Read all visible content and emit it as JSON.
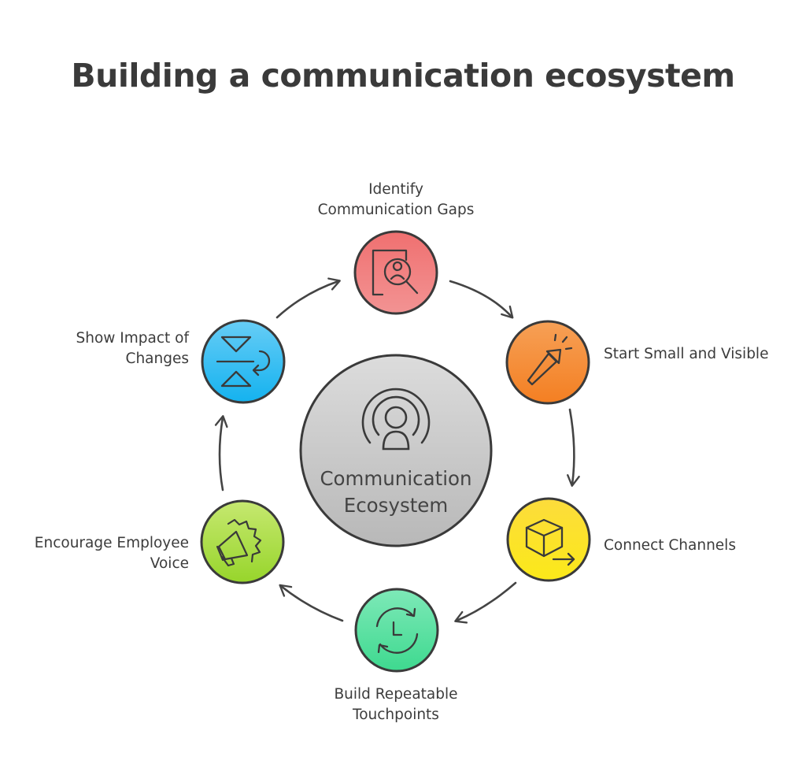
{
  "title": "Building a communication ecosystem",
  "center": {
    "label_lines": [
      "Communication",
      "Ecosystem"
    ],
    "icon": "broadcast-person-icon"
  },
  "steps": [
    {
      "id": "identify",
      "label_lines": [
        "Identify",
        "Communication Gaps"
      ],
      "icon": "user-search-icon",
      "color": "#f16f6f"
    },
    {
      "id": "start",
      "label_lines": [
        "Start Small and Visible"
      ],
      "icon": "flashlight-icon",
      "color": "#f58c35"
    },
    {
      "id": "connect",
      "label_lines": [
        "Connect Channels"
      ],
      "icon": "box-arrow-icon",
      "color": "#fbd81d"
    },
    {
      "id": "build",
      "label_lines": [
        "Build Repeatable",
        "Touchpoints"
      ],
      "icon": "cycle-clock-icon",
      "color": "#4fe0a0"
    },
    {
      "id": "encourage",
      "label_lines": [
        "Encourage Employee",
        "Voice"
      ],
      "icon": "megaphone-icon",
      "color": "#a8dc3e"
    },
    {
      "id": "show",
      "label_lines": [
        "Show Impact of",
        "Changes"
      ],
      "icon": "exchange-icon",
      "color": "#2cb9f0"
    }
  ]
}
